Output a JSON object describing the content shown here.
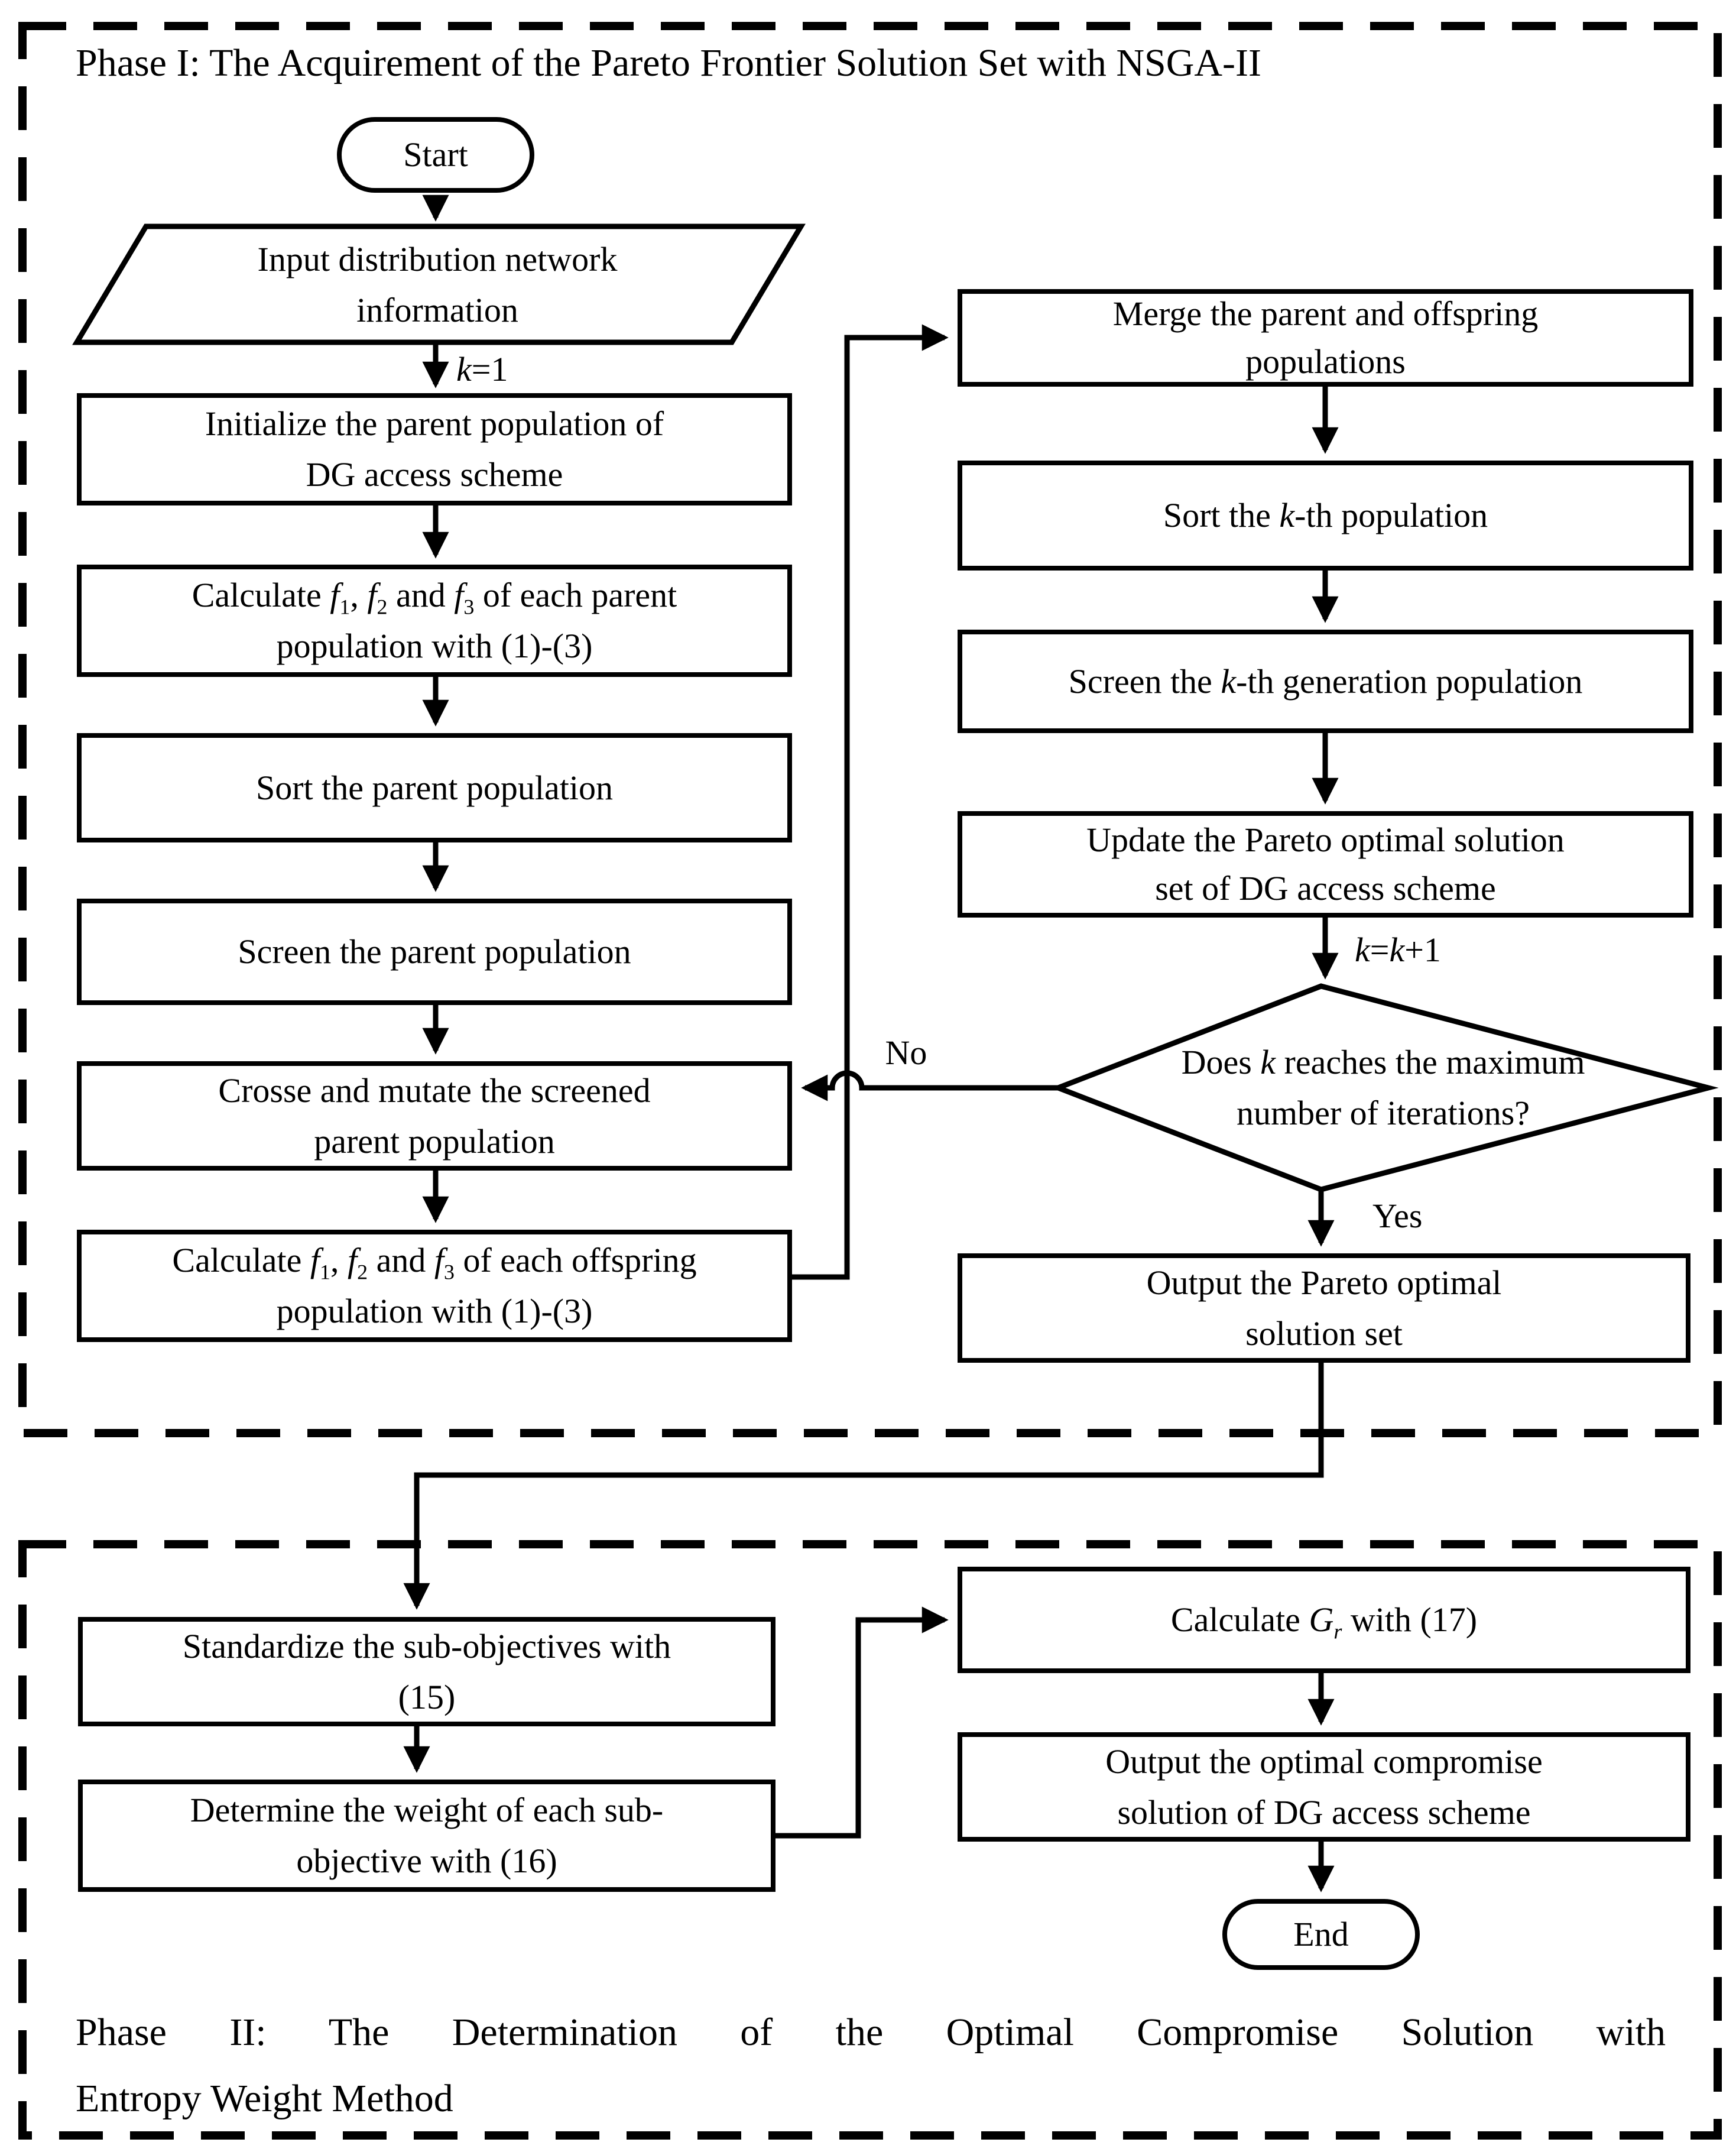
{
  "phase1": {
    "title": "Phase I: The Acquirement of the Pareto Frontier Solution Set with NSGA-II",
    "nodes": {
      "start": {
        "label": "Start"
      },
      "input": {
        "lines": [
          "Input distribution network",
          "information"
        ]
      },
      "initialize": {
        "lines": [
          "Initialize the parent population of",
          "DG access scheme"
        ]
      },
      "calc_parent": {
        "lines": [
          [
            {
              "t": "Calculate "
            },
            {
              "t": "f",
              "st": "i"
            },
            {
              "t": "1",
              "st": "sub"
            },
            {
              "t": ", "
            },
            {
              "t": "f",
              "st": "i"
            },
            {
              "t": "2",
              "st": "sub"
            },
            {
              "t": " and "
            },
            {
              "t": "f",
              "st": "i"
            },
            {
              "t": "3",
              "st": "sub"
            },
            {
              "t": " of each parent"
            }
          ],
          "population with (1)-(3)"
        ]
      },
      "sort_parent": {
        "lines": [
          "Sort the parent population"
        ]
      },
      "screen_parent": {
        "lines": [
          "Screen the parent population"
        ]
      },
      "cross_mutate": {
        "lines": [
          "Crosse and mutate the screened",
          "parent population"
        ]
      },
      "calc_offspring": {
        "lines": [
          [
            {
              "t": "Calculate "
            },
            {
              "t": "f",
              "st": "i"
            },
            {
              "t": "1",
              "st": "sub"
            },
            {
              "t": ", "
            },
            {
              "t": "f",
              "st": "i"
            },
            {
              "t": "2",
              "st": "sub"
            },
            {
              "t": " and "
            },
            {
              "t": "f",
              "st": "i"
            },
            {
              "t": "3",
              "st": "sub"
            },
            {
              "t": " of each offspring"
            }
          ],
          "population with (1)-(3)"
        ]
      },
      "merge": {
        "lines": [
          "Merge the parent and offspring",
          "populations"
        ]
      },
      "sort_kth": {
        "lines": [
          [
            {
              "t": "Sort the "
            },
            {
              "t": "k",
              "st": "i"
            },
            {
              "t": "-th population"
            }
          ]
        ]
      },
      "screen_kth": {
        "lines": [
          [
            {
              "t": "Screen the "
            },
            {
              "t": "k",
              "st": "i"
            },
            {
              "t": "-th generation population"
            }
          ]
        ]
      },
      "update_pareto": {
        "lines": [
          "Update the Pareto optimal solution",
          "set of DG access scheme"
        ]
      },
      "decision": {
        "lines": [
          [
            {
              "t": "Does "
            },
            {
              "t": "k",
              "st": "i"
            },
            {
              "t": " reaches the maximum"
            }
          ],
          "number of iterations?"
        ]
      },
      "output_pareto": {
        "lines": [
          "Output the Pareto optimal",
          "solution set"
        ]
      }
    },
    "edge_labels": {
      "k_init": [
        {
          "t": "k",
          "st": "i"
        },
        {
          "t": "=1"
        }
      ],
      "k_increment": [
        {
          "t": "k",
          "st": "i"
        },
        {
          "t": "="
        },
        {
          "t": "k",
          "st": "i"
        },
        {
          "t": "+1"
        }
      ],
      "no": "No",
      "yes": "Yes"
    }
  },
  "phase2": {
    "title_lines": [
      "Phase II: The Determination of the Optimal Compromise Solution with",
      "Entropy Weight Method"
    ],
    "nodes": {
      "standardize": {
        "lines": [
          "Standardize the sub-objectives with",
          "(15)"
        ]
      },
      "determine_weight": {
        "lines": [
          "Determine the weight of each sub-",
          "objective with (16)"
        ]
      },
      "calc_gr": {
        "lines": [
          [
            {
              "t": "Calculate "
            },
            {
              "t": "G",
              "st": "i"
            },
            {
              "t": "r",
              "st": "isub"
            },
            {
              "t": " with (17)"
            }
          ]
        ]
      },
      "output_compromise": {
        "lines": [
          "Output the optimal compromise",
          "solution of DG access scheme"
        ]
      },
      "end": {
        "label": "End"
      }
    }
  }
}
